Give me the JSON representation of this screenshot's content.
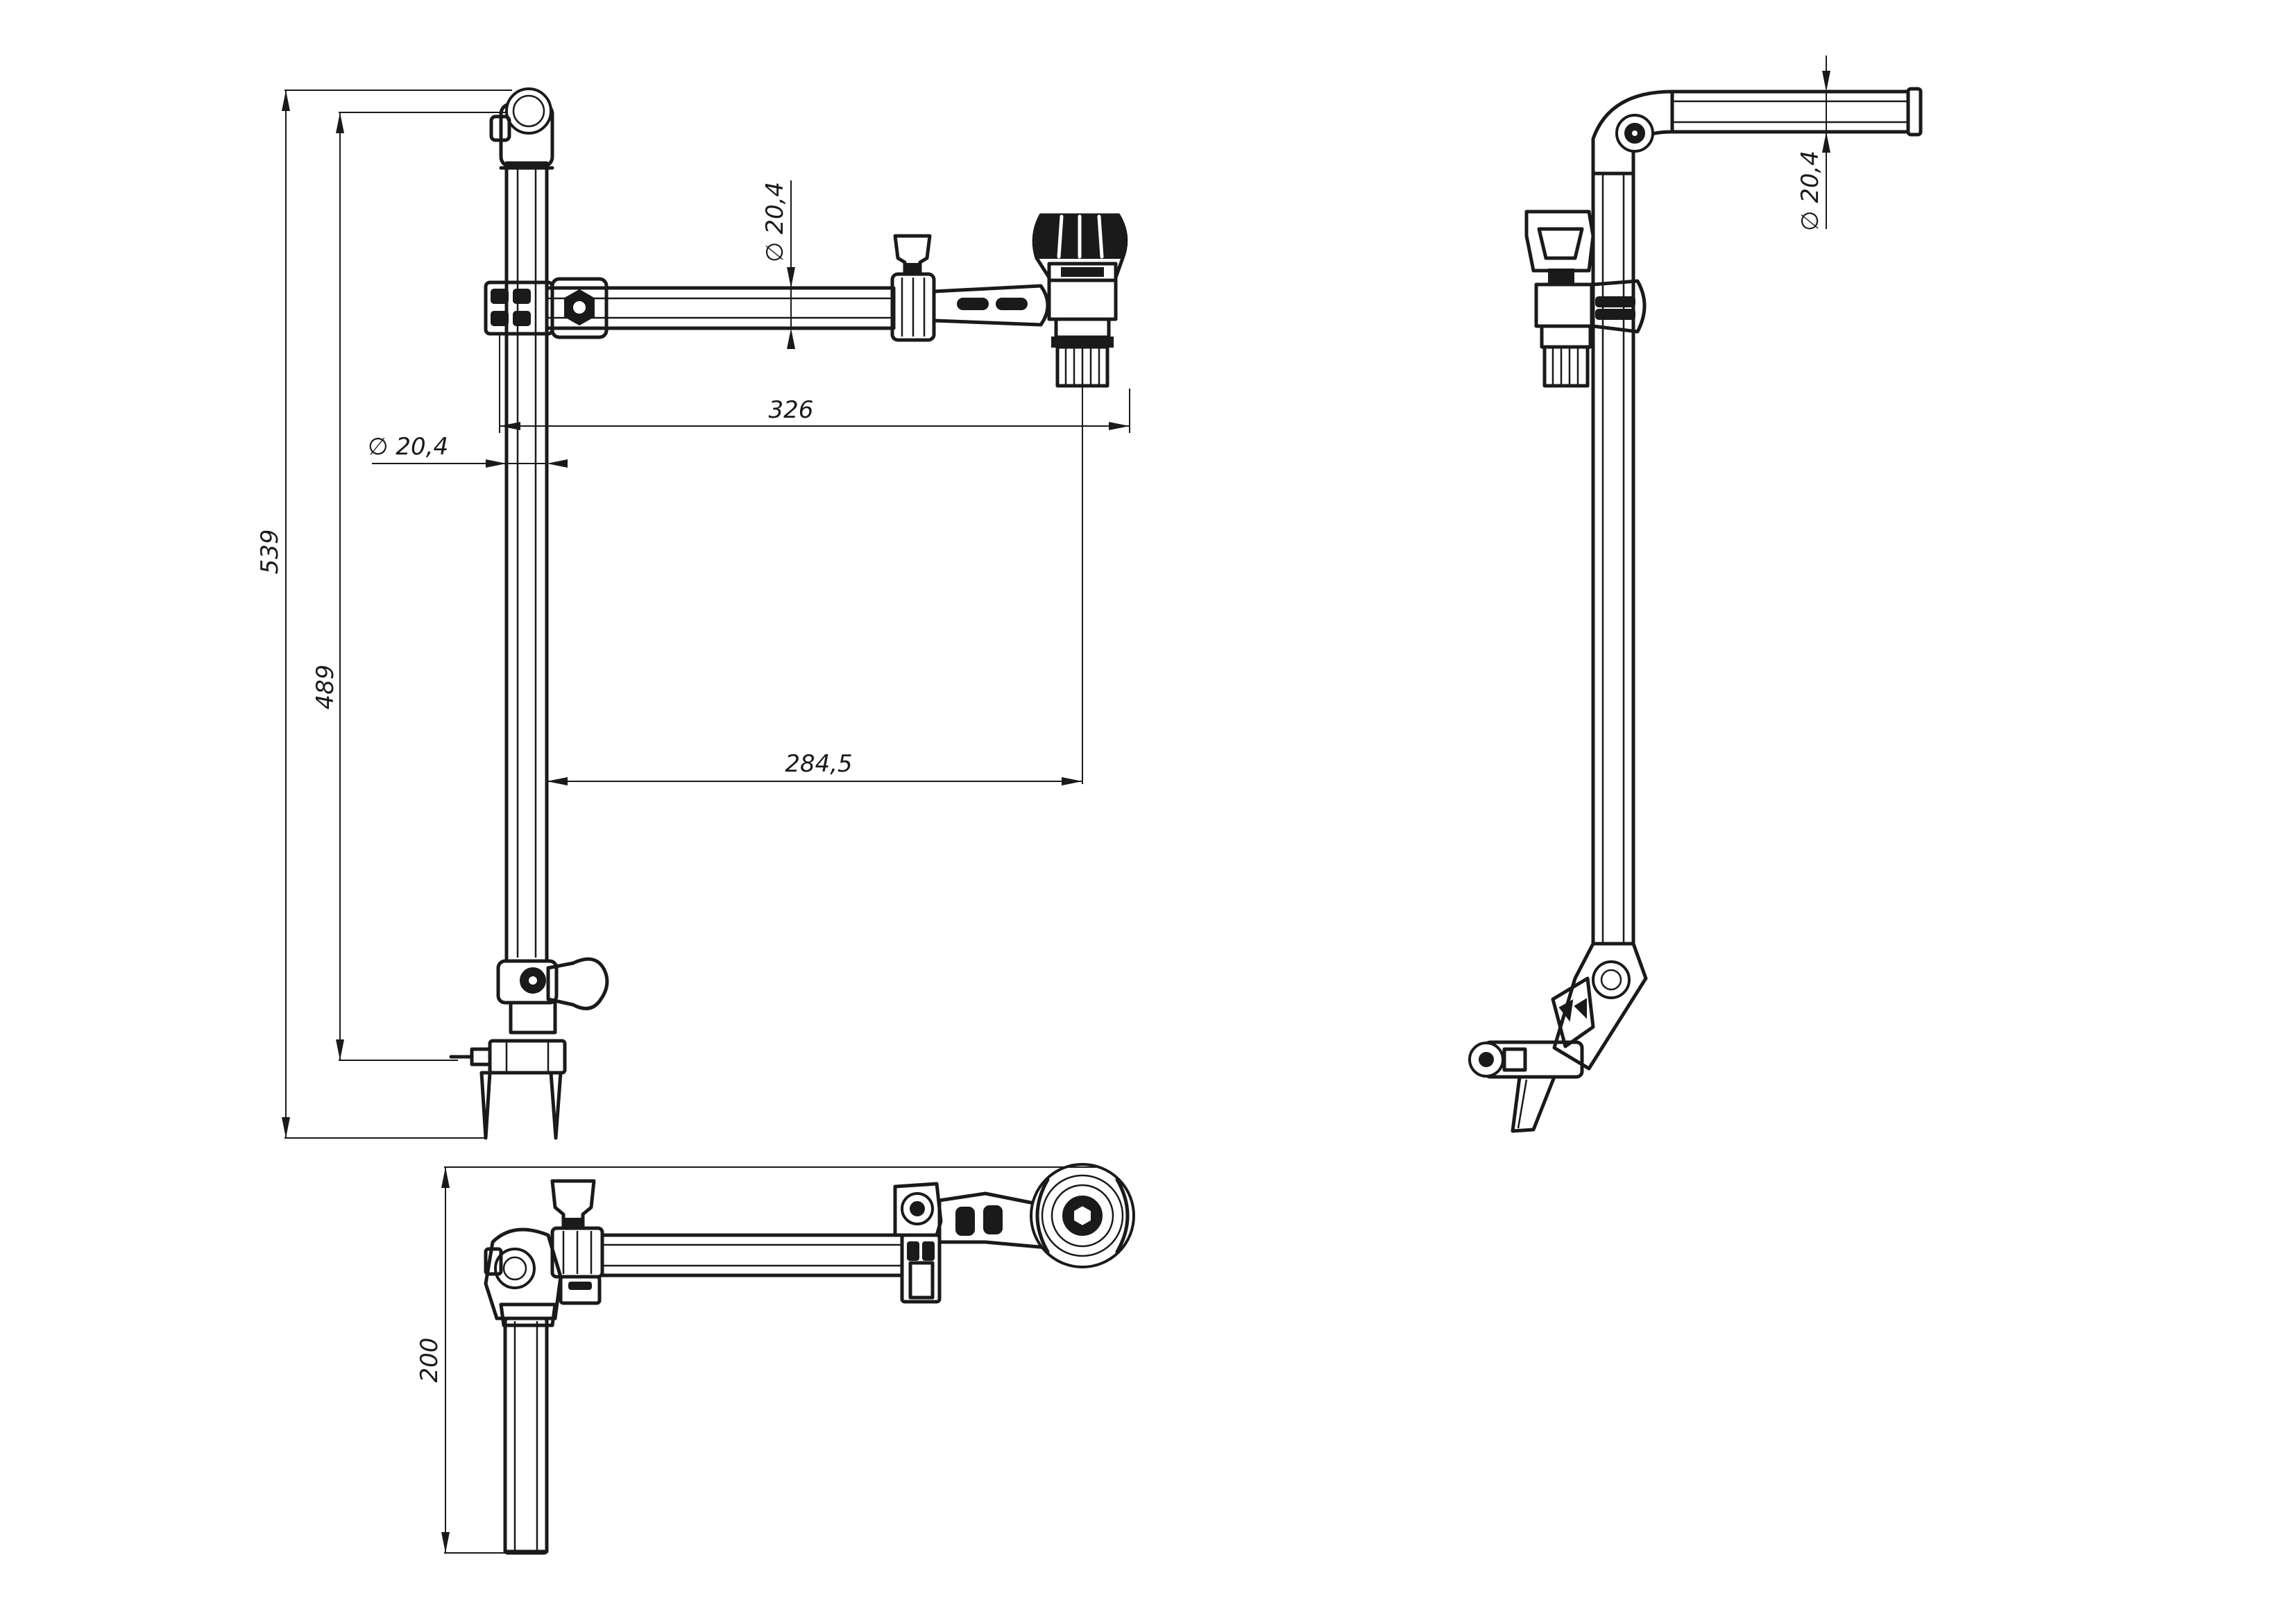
{
  "views": {
    "front": {
      "dims": {
        "overall_height": "539",
        "pole_height": "489",
        "arm_length": "326",
        "arm_to_head": "284,5",
        "pole_diameter": "∅ 20,4",
        "arm_diameter": "∅ 20,4"
      }
    },
    "side": {
      "dims": {
        "arm_diameter": "∅ 20,4"
      }
    },
    "top": {
      "dims": {
        "depth": "200"
      }
    }
  },
  "colors": {
    "line": "#1a1a1a",
    "background": "#ffffff"
  }
}
